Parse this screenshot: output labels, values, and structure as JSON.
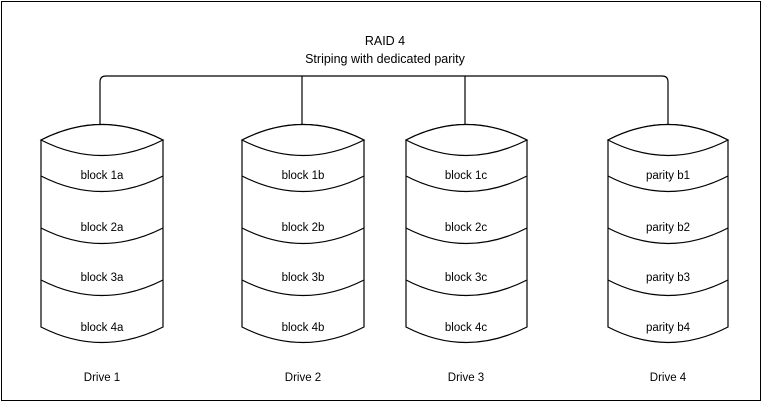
{
  "diagram": {
    "title": "RAID 4",
    "subtitle": "Striping with dedicated parity",
    "background_color": "#ffffff",
    "line_color": "#000000",
    "drives": [
      {
        "label": "Drive 1",
        "blocks": [
          "block 1a",
          "block 2a",
          "block 3a",
          "block 4a"
        ]
      },
      {
        "label": "Drive 2",
        "blocks": [
          "block 1b",
          "block 2b",
          "block 3b",
          "block 4b"
        ]
      },
      {
        "label": "Drive 3",
        "blocks": [
          "block 1c",
          "block 2c",
          "block 3c",
          "block 4c"
        ]
      },
      {
        "label": "Drive 4",
        "blocks": [
          "parity b1",
          "parity b2",
          "parity b3",
          "parity b4"
        ]
      }
    ]
  }
}
